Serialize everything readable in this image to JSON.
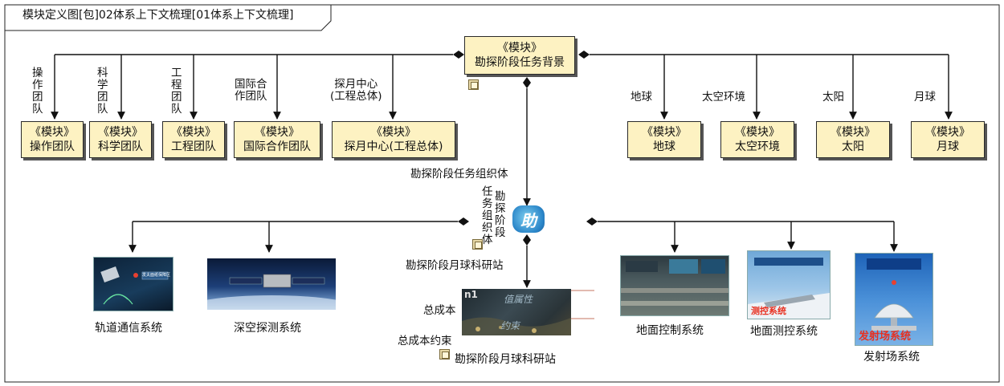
{
  "header": {
    "title": "模块定义图[包]02体系上下文梳理[01体系上下文梳理]"
  },
  "root": {
    "stereotype": "《模块》",
    "name": "勘探阶段任务背景"
  },
  "left_blocks": [
    {
      "edge_label": [
        "操",
        "作",
        "团",
        "队"
      ],
      "stereotype": "《模块》",
      "name": "操作团队"
    },
    {
      "edge_label": [
        "科",
        "学",
        "团",
        "队"
      ],
      "stereotype": "《模块》",
      "name": "科学团队"
    },
    {
      "edge_label": [
        "工",
        "程",
        "团",
        "队"
      ],
      "stereotype": "《模块》",
      "name": "工程团队"
    },
    {
      "edge_label": [
        "国际合",
        "作团队"
      ],
      "stereotype": "《模块》",
      "name": "国际合作团队"
    },
    {
      "edge_label": [
        "探月中心",
        "(工程总体)"
      ],
      "stereotype": "《模块》",
      "name": "探月中心(工程总体)"
    }
  ],
  "right_blocks": [
    {
      "edge_label": "地球",
      "stereotype": "《模块》",
      "name": "地球"
    },
    {
      "edge_label": "太空环境",
      "stereotype": "《模块》",
      "name": "太空环境"
    },
    {
      "edge_label": "太阳",
      "stereotype": "《模块》",
      "name": "太阳"
    },
    {
      "edge_label": "月球",
      "stereotype": "《模块》",
      "name": "月球"
    }
  ],
  "org": {
    "edge_label": "勘探阶段任务组织体",
    "vertical_label_1": [
      "勘",
      "探",
      "阶",
      "段"
    ],
    "vertical_label_2": [
      "任",
      "务",
      "组",
      "织",
      "体"
    ],
    "logo_text": "助"
  },
  "station": {
    "edge_label": "勘探阶段月球科研站",
    "caption": "勘探阶段月球科研站",
    "line_label_1": "总成本",
    "line_label_2": "总成本约束",
    "image_text_1": "n1",
    "image_text_2": "值属性",
    "image_text_3": "约束"
  },
  "systems_left": [
    {
      "name": "轨道通信系统",
      "image_text": "发夫面纸保障区"
    },
    {
      "name": "深空探测系统"
    }
  ],
  "systems_right": [
    {
      "name": "地面控制系统"
    },
    {
      "name": "地面测控系统",
      "image_text": "测控系统"
    },
    {
      "name": "发射场系统",
      "image_text": "发射场系统"
    }
  ]
}
